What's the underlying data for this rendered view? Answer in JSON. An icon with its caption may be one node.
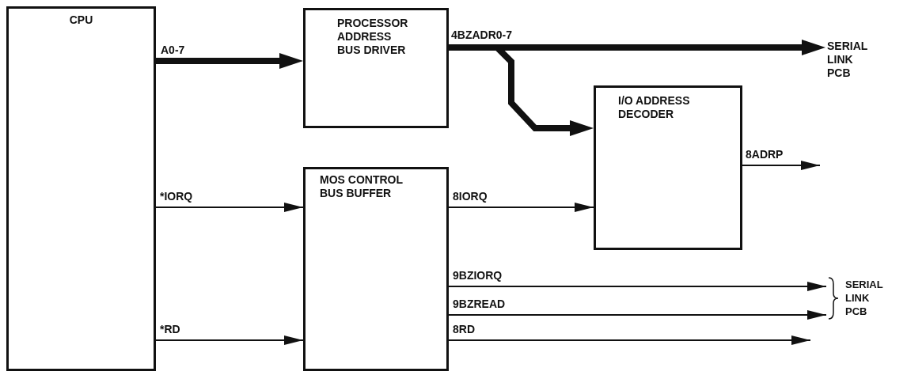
{
  "diagram": {
    "nodes": [
      {
        "text": [
          "CPU"
        ]
      },
      {
        "text": [
          "PROCESSOR ADDRESS BUS DRIVER"
        ]
      },
      {
        "text": [
          "I/O ADDRESS DECODER"
        ]
      },
      {
        "text": [
          "MOS CONTROL BUS BUFFER"
        ]
      },
      {
        "text": [
          "SERIAL LINK PCB"
        ]
      },
      {
        "text": [
          "SERIAL LINK PCB"
        ]
      }
    ],
    "edges": [
      {
        "from": 0,
        "to": 1,
        "arrow": "to",
        "label": "A0-7",
        "style": "thick"
      },
      {
        "from": 1,
        "to": 4,
        "arrow": "to",
        "label": "4BZADR0-7",
        "style": "thick"
      },
      {
        "from": 1,
        "to": 2,
        "arrow": "to",
        "style": "thick"
      },
      {
        "from": 0,
        "to": 3,
        "arrow": "to",
        "label": "*IORQ"
      },
      {
        "from": 0,
        "to": 3,
        "arrow": "to",
        "label": "*RD"
      },
      {
        "from": 3,
        "to": 2,
        "arrow": "to",
        "label": "8IORQ"
      },
      {
        "from": 2,
        "to": null,
        "arrow": "to",
        "label": "8ADRP"
      },
      {
        "from": 3,
        "to": 5,
        "arrow": "to",
        "label": "9BZIORQ"
      },
      {
        "from": 3,
        "to": 5,
        "arrow": "to",
        "label": "9BZREAD"
      },
      {
        "from": 3,
        "to": null,
        "arrow": "to",
        "label": "8RD"
      }
    ]
  }
}
